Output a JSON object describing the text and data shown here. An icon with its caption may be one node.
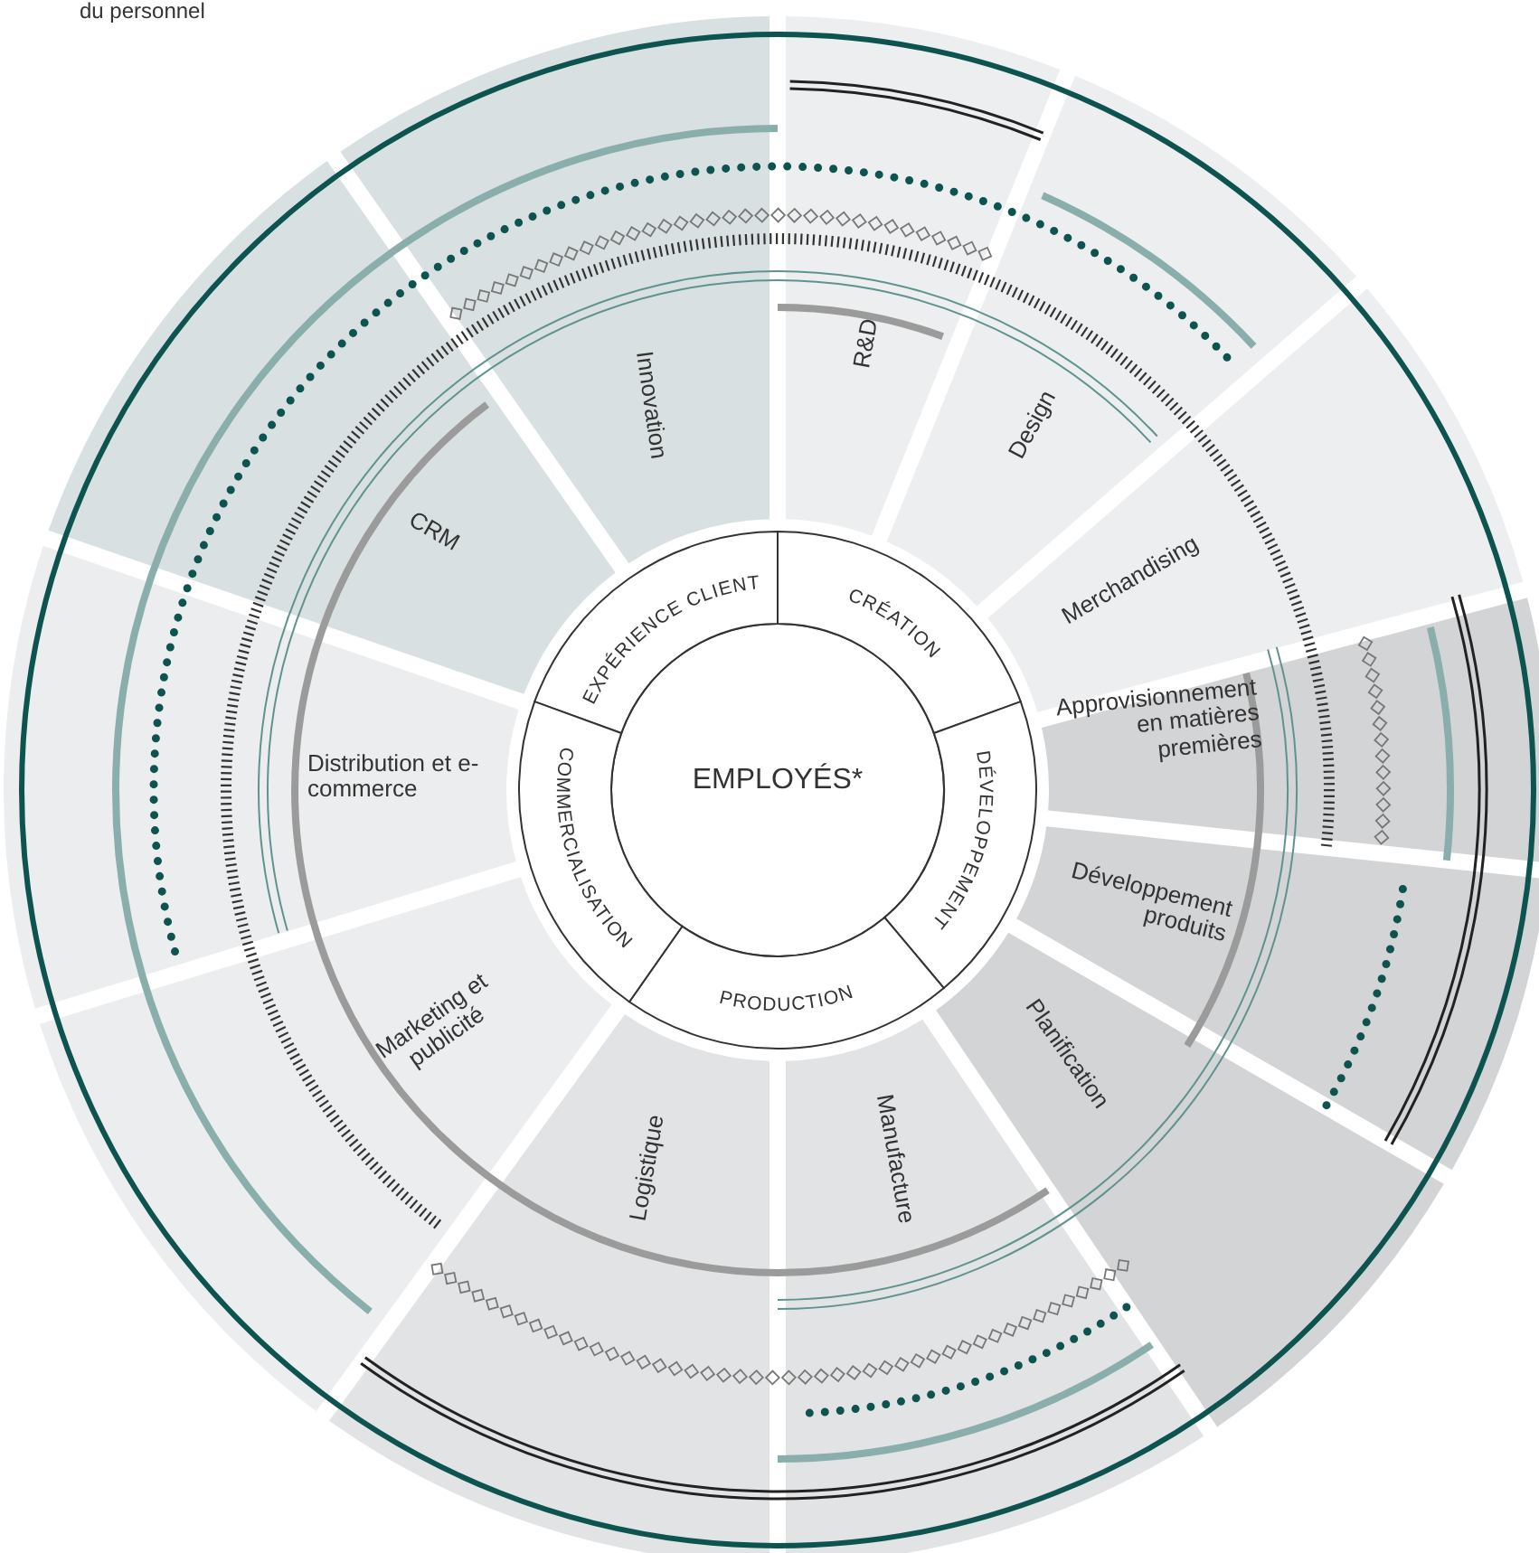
{
  "diagram": {
    "nodes": [
      {
        "text": [
          "EMPLOYÉS*"
        ]
      },
      {
        "text": [
          "EXPÉRIENCE CLIENT"
        ]
      },
      {
        "text": [
          "CRÉATION"
        ]
      },
      {
        "text": [
          "DÉVELOPPEMENT"
        ]
      },
      {
        "text": [
          "PRODUCTION"
        ]
      },
      {
        "text": [
          "COMMERCIALISATION"
        ]
      },
      {
        "text": [
          "Innovation"
        ]
      },
      {
        "text": [
          "R&D"
        ]
      },
      {
        "text": [
          "Design"
        ]
      },
      {
        "text": [
          "Merchandising"
        ]
      },
      {
        "text": [
          "Approvisionnement en matières premières"
        ]
      },
      {
        "text": [
          "Développement produits"
        ]
      },
      {
        "text": [
          "Planification"
        ]
      },
      {
        "text": [
          "Manufacture"
        ]
      },
      {
        "text": [
          "Logistique"
        ]
      },
      {
        "text": [
          "Marketing et publicité"
        ]
      },
      {
        "text": [
          "Distribution et e-commerce"
        ]
      },
      {
        "text": [
          "CRM"
        ]
      }
    ],
    "labels": [
      "du personnel"
    ]
  }
}
